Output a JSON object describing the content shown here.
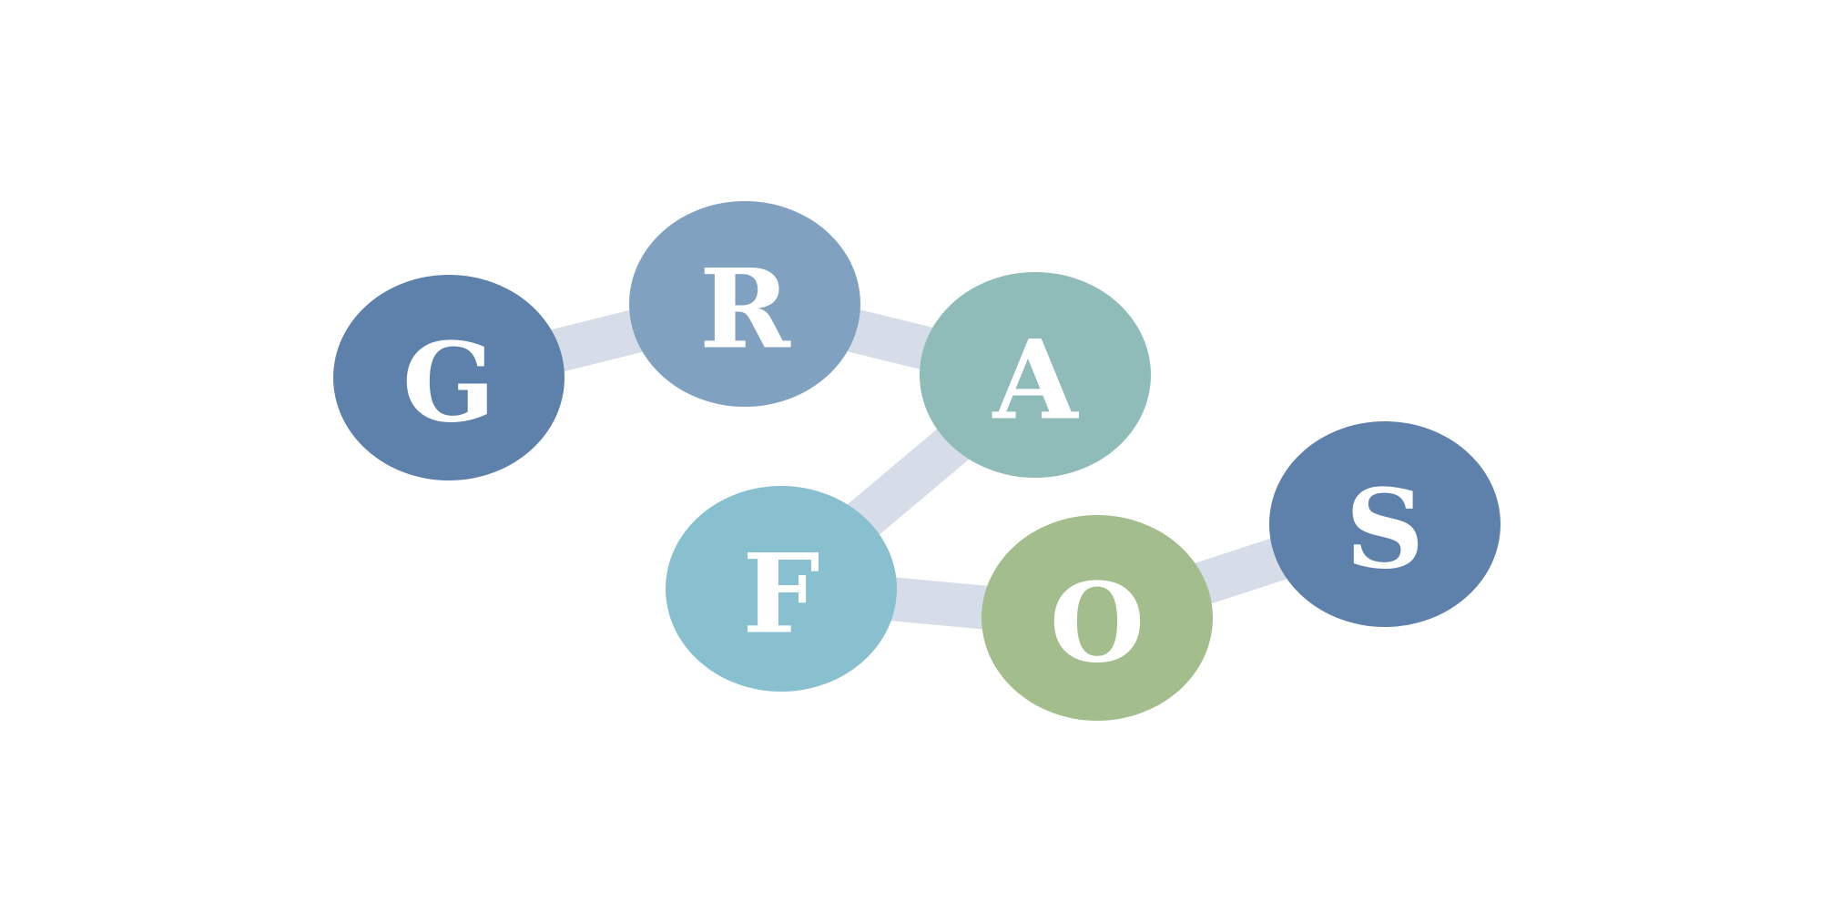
{
  "colors": {
    "background": "#ffffff",
    "edge": "#d7dde8",
    "letter": "#ffffff"
  },
  "nodes": [
    {
      "id": "G",
      "letter": "G",
      "color": "#5e81ac"
    },
    {
      "id": "R",
      "letter": "R",
      "color": "#81a1c1"
    },
    {
      "id": "A",
      "letter": "A",
      "color": "#8fbbb9"
    },
    {
      "id": "F",
      "letter": "F",
      "color": "#89c0d0"
    },
    {
      "id": "O",
      "letter": "O",
      "color": "#a3be8c"
    },
    {
      "id": "S",
      "letter": "S",
      "color": "#5e81ac"
    }
  ],
  "edges": [
    {
      "from": "G",
      "to": "R"
    },
    {
      "from": "R",
      "to": "A"
    },
    {
      "from": "A",
      "to": "F"
    },
    {
      "from": "F",
      "to": "O"
    },
    {
      "from": "O",
      "to": "S"
    }
  ]
}
